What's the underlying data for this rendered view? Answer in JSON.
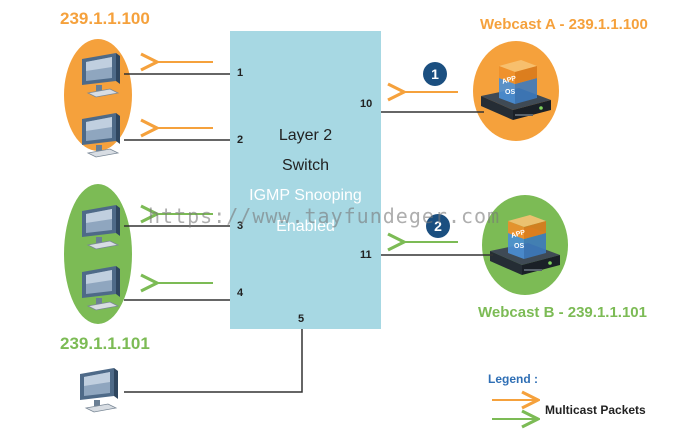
{
  "groups": {
    "top_left": "239.1.1.100",
    "bottom_left": "239.1.1.101",
    "webcast_a": "Webcast A - 239.1.1.100",
    "webcast_b": "Webcast B - 239.1.1.101"
  },
  "switch": {
    "line1": "Layer 2",
    "line2": "Switch",
    "line3": "IGMP Snooping",
    "line4": "Enabled"
  },
  "ports": [
    "1",
    "2",
    "3",
    "4",
    "5",
    "10",
    "11"
  ],
  "steps": [
    "1",
    "2"
  ],
  "server_badges": {
    "app": "APP",
    "os": "OS"
  },
  "watermark": "https://www.tayfundeger.com",
  "legend": {
    "title": "Legend :",
    "item": "Multicast Packets"
  },
  "colors": {
    "orange": "#f5a13c",
    "green": "#7cbb55",
    "switch": "#a7d8e3",
    "step": "#1b4f80",
    "legend": "#2f6fb5"
  },
  "icons": [
    "monitor-icon",
    "server-icon"
  ]
}
